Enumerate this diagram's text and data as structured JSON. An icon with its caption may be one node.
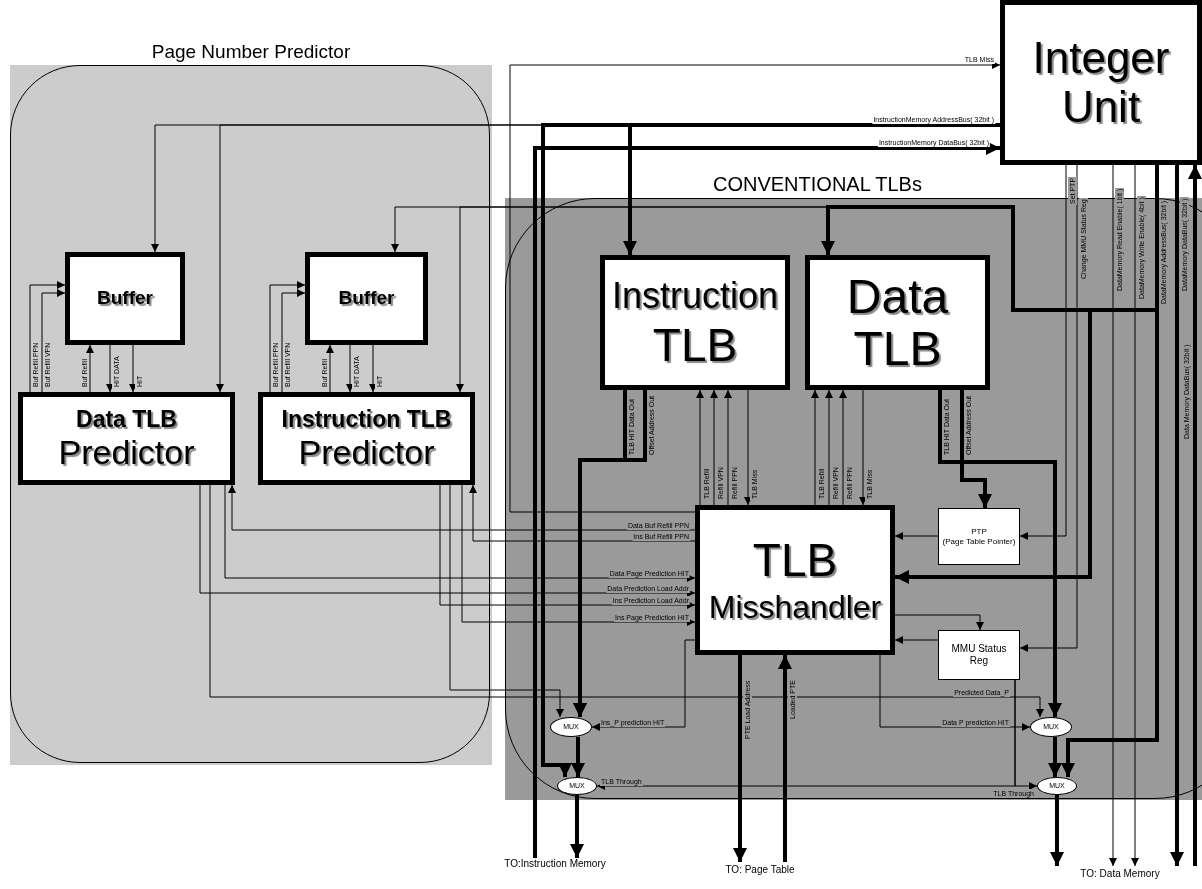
{
  "diagram": {
    "nodes": [
      {
        "text": [
          "Page Number Predictor"
        ]
      },
      {
        "text": [
          "Buffer"
        ],
        "in": 0
      },
      {
        "text": [
          "Buffer"
        ],
        "in": 0
      },
      {
        "text": [
          "Data TLB",
          "Predictor"
        ],
        "in": 0
      },
      {
        "text": [
          "Instruction TLB",
          "Predictor"
        ],
        "in": 0
      },
      {
        "text": [
          "Integer Unit"
        ]
      },
      {
        "text": [
          "CONVENTIONAL TLBs"
        ]
      },
      {
        "text": [
          "Instruction",
          "TLB"
        ],
        "in": 6
      },
      {
        "text": [
          "Data",
          "TLB"
        ],
        "in": 6
      },
      {
        "text": [
          "TLB",
          "Misshandler"
        ],
        "in": 6
      },
      {
        "text": [
          "PTP",
          "(Page Table Pointer)"
        ],
        "in": 6
      },
      {
        "text": [
          "MMU Status Reg"
        ],
        "in": 6
      },
      {
        "text": [
          "MUX"
        ],
        "in": 6
      },
      {
        "text": [
          "MUX"
        ],
        "in": 6
      },
      {
        "text": [
          "MUX"
        ],
        "in": 6
      },
      {
        "text": [
          "MUX"
        ],
        "in": 6
      },
      {
        "text": [
          "TO:Instruction Memory"
        ]
      },
      {
        "text": [
          "TO: Page Table"
        ]
      },
      {
        "text": [
          "TO: Data Memory"
        ]
      }
    ],
    "edges": [
      {
        "from": 3,
        "to": 1,
        "arrow": "to",
        "label": "Buf Refill PPN"
      },
      {
        "from": 3,
        "to": 1,
        "arrow": "to",
        "label": "Buf Refill VPN"
      },
      {
        "from": 3,
        "to": 1,
        "arrow": "to",
        "label": "Buf Refill"
      },
      {
        "from": 1,
        "to": 3,
        "arrow": "to",
        "label": "HIT DATA"
      },
      {
        "from": 1,
        "to": 3,
        "arrow": "to",
        "label": "HIT"
      },
      {
        "from": 4,
        "to": 2,
        "arrow": "to",
        "label": "Buf Refill PPN"
      },
      {
        "from": 4,
        "to": 2,
        "arrow": "to",
        "label": "Buf Refill VPN"
      },
      {
        "from": 4,
        "to": 2,
        "arrow": "to",
        "label": "Buf Refill"
      },
      {
        "from": 2,
        "to": 4,
        "arrow": "to",
        "label": "HIT DATA"
      },
      {
        "from": 2,
        "to": 4,
        "arrow": "to",
        "label": "HIT"
      },
      {
        "from": 5,
        "to": 1,
        "arrow": "to"
      },
      {
        "from": 5,
        "to": 3,
        "arrow": "to"
      },
      {
        "from": 5,
        "to": 7,
        "arrow": "to",
        "label": "InstructionMemory AddressBus( 32bit )",
        "style": "thick"
      },
      {
        "from": 5,
        "to": 13,
        "arrow": "to",
        "style": "thick"
      },
      {
        "from": 16,
        "to": 5,
        "arrow": "to",
        "label": "InstructionMemory DataBus( 32bit )",
        "style": "thick"
      },
      {
        "from": 5,
        "to": 2,
        "arrow": "to"
      },
      {
        "from": 5,
        "to": 4,
        "arrow": "to"
      },
      {
        "from": 5,
        "to": 8,
        "arrow": "to",
        "label": "DataMemory AddressBus( 32bit )",
        "style": "thick"
      },
      {
        "from": 5,
        "to": 9,
        "arrow": "to",
        "style": "thick"
      },
      {
        "from": 7,
        "to": 12,
        "arrow": "to",
        "label": "TLB HIT Data Out",
        "style": "thick"
      },
      {
        "from": 7,
        "to": 12,
        "arrow": "to",
        "label": "Offset Address Out",
        "style": "thick"
      },
      {
        "from": 9,
        "to": 7,
        "arrow": "to",
        "label": "TLB Refill"
      },
      {
        "from": 9,
        "to": 7,
        "arrow": "to",
        "label": "Refill VPN"
      },
      {
        "from": 9,
        "to": 7,
        "arrow": "to",
        "label": "Refill PPN"
      },
      {
        "from": 7,
        "to": 9,
        "arrow": "to",
        "label": "TLB Miss"
      },
      {
        "from": 9,
        "to": 8,
        "arrow": "to",
        "label": "TLB Refill"
      },
      {
        "from": 9,
        "to": 8,
        "arrow": "to",
        "label": "Refill VPN"
      },
      {
        "from": 9,
        "to": 8,
        "arrow": "to",
        "label": "Refill PPN"
      },
      {
        "from": 8,
        "to": 9,
        "arrow": "to",
        "label": "TLB Miss"
      },
      {
        "from": 8,
        "to": 14,
        "arrow": "to",
        "label": "TLB HIT Data Out",
        "style": "thick"
      },
      {
        "from": 8,
        "to": 10,
        "arrow": "to",
        "label": "Offset Address Out",
        "style": "thick"
      },
      {
        "from": 9,
        "to": 5,
        "arrow": "to",
        "label": "TLB Miss"
      },
      {
        "from": 9,
        "to": 3,
        "arrow": "to",
        "label": "Data Buf Refill PPN"
      },
      {
        "from": 9,
        "to": 4,
        "arrow": "to",
        "label": "Ins Buf Refill PPN"
      },
      {
        "from": 3,
        "to": 9,
        "arrow": "to",
        "label": "Data Page Prediction HIT"
      },
      {
        "from": 3,
        "to": 9,
        "arrow": "to",
        "label": "Data Prediction Load Addr"
      },
      {
        "from": 4,
        "to": 9,
        "arrow": "to",
        "label": "Ins Prediction Load Addr"
      },
      {
        "from": 4,
        "to": 9,
        "arrow": "to",
        "label": "Ins Page Prediction HIT"
      },
      {
        "from": 3,
        "to": 14,
        "arrow": "to",
        "label": "Predicted Data_P"
      },
      {
        "from": 4,
        "to": 12,
        "arrow": "to"
      },
      {
        "from": 9,
        "to": 12,
        "arrow": "to",
        "label": "Ins_P prediction HIT"
      },
      {
        "from": 9,
        "to": 14,
        "arrow": "to",
        "label": "Data P prediction HIT"
      },
      {
        "from": 12,
        "to": 13,
        "arrow": "to",
        "style": "thick"
      },
      {
        "from": 14,
        "to": 15,
        "arrow": "to",
        "style": "thick"
      },
      {
        "from": 13,
        "to": 16,
        "arrow": "to",
        "style": "thick"
      },
      {
        "from": 15,
        "to": 18,
        "arrow": "to",
        "style": "thick"
      },
      {
        "from": 11,
        "to": 13,
        "arrow": "to",
        "label": "TLB Through"
      },
      {
        "from": 11,
        "to": 15,
        "arrow": "to",
        "label": "TLB Through"
      },
      {
        "from": 9,
        "to": 17,
        "arrow": "to",
        "label": "PTE Load Address",
        "style": "thick"
      },
      {
        "from": 17,
        "to": 9,
        "arrow": "to",
        "label": "Loaded PTE",
        "style": "thick"
      },
      {
        "from": 10,
        "to": 9,
        "arrow": "to"
      },
      {
        "from": 11,
        "to": 9,
        "arrow": "to"
      },
      {
        "from": 9,
        "to": 11,
        "arrow": "to"
      },
      {
        "from": 5,
        "to": 10,
        "arrow": "to",
        "label": "Set PTP"
      },
      {
        "from": 5,
        "to": 11,
        "arrow": "to",
        "label": "Change MMU Status Reg"
      },
      {
        "from": 5,
        "to": 18,
        "arrow": "to",
        "label": "DataMemory Read Enable( 1bit )"
      },
      {
        "from": 5,
        "to": 18,
        "arrow": "to",
        "label": "DataMemory Write Enable( 4bit )"
      },
      {
        "from": 5,
        "to": 18,
        "arrow": "to",
        "label": "DataMemory DataBus( 32bit )",
        "style": "thick"
      },
      {
        "from": 5,
        "to": 15,
        "arrow": "to",
        "style": "thick"
      },
      {
        "from": 18,
        "to": 5,
        "arrow": "to",
        "label": "Data Memory DataBus( 32bit )",
        "style": "thick"
      }
    ]
  }
}
